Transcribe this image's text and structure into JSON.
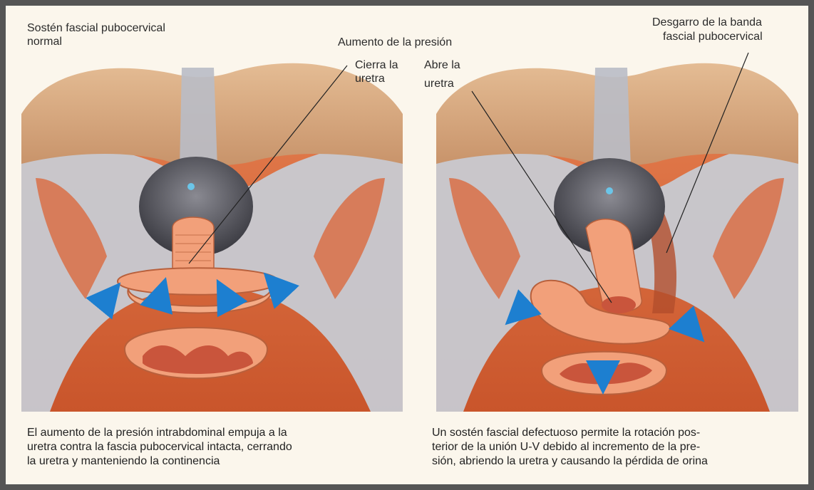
{
  "colors": {
    "page_border": "#555555",
    "paper": "#fbf6ec",
    "bone": "#d8ab82",
    "fascia": "#c9ccd4",
    "muscle": "#d9683a",
    "urethra": "#f2a07a",
    "arrow": "#1d7fd0"
  },
  "labels": {
    "left_title_line1": "Sostén fascial pubocervical",
    "left_title_line2": "normal",
    "pressure": "Aumento de la presión",
    "closes_line1": "Cierra la",
    "closes_line2": "uretra",
    "opens_line1": "Abre la",
    "opens_line2": "uretra",
    "tear_line1": "Desgarro de la banda",
    "tear_line2": "fascial pubocervical"
  },
  "captions": {
    "left_line1": "El aumento de la presión intrabdominal empuja a la",
    "left_line2": "uretra contra la fascia pubocervical intacta, cerrando",
    "left_line3": "la uretra y manteniendo la continencia",
    "right_line1": "Un sostén fascial defectuoso permite la rotación pos-",
    "right_line2": "terior de la unión U-V debido al incremento de la pre-",
    "right_line3": "sión, abriendo la uretra y causando la pérdida de orina"
  }
}
